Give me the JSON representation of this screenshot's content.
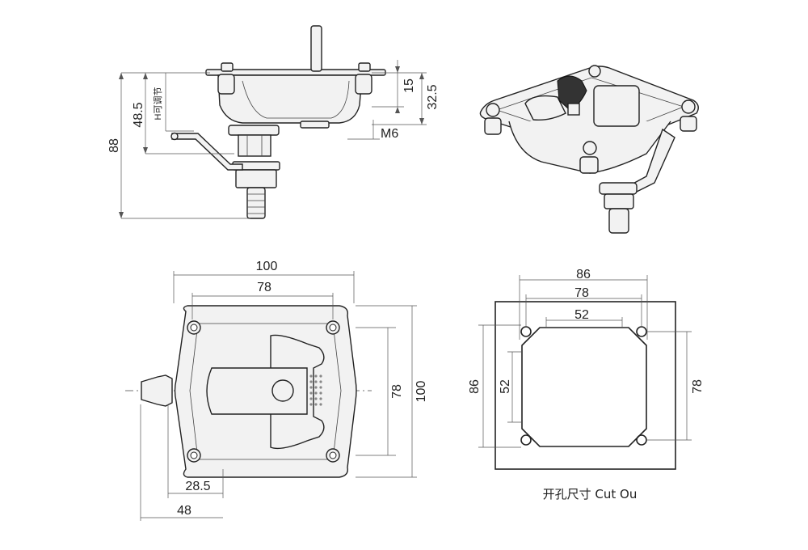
{
  "side_view": {
    "dims": {
      "d88": "88",
      "d48_5": "48.5",
      "h_adjust": "H可调节",
      "d15": "15",
      "d32_5": "32.5",
      "m6": "M6"
    }
  },
  "front_view": {
    "dims": {
      "w100": "100",
      "w78": "78",
      "h78": "78",
      "h100": "100",
      "x28_5": "28.5",
      "x48": "48"
    }
  },
  "cutout_view": {
    "dims": {
      "w86": "86",
      "w78": "78",
      "w52": "52",
      "h86": "86",
      "h52": "52",
      "h78": "78"
    },
    "caption": "开孔尺寸 Cut Ou"
  }
}
